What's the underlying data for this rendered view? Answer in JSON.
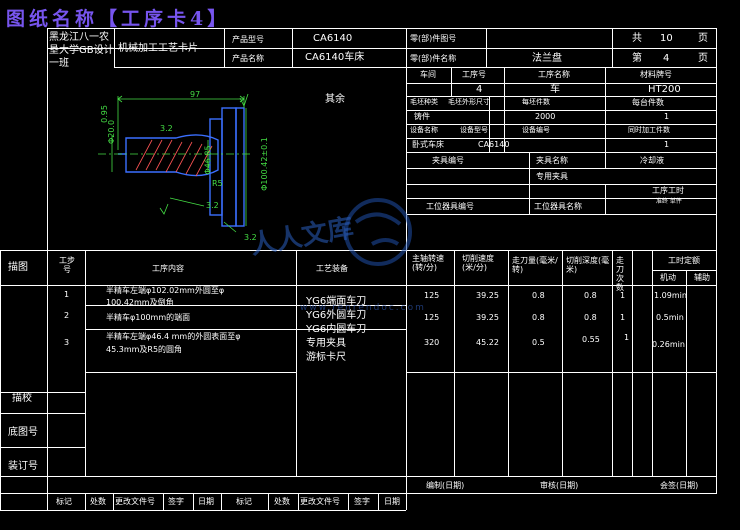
{
  "banner": "图纸名称【工序卡4】",
  "school": [
    "黑龙江八一农",
    "垦大学GB设计",
    "一班"
  ],
  "card_title": "机械加工工艺卡片",
  "labels": {
    "product_model": "产品型号",
    "product_name": "产品名称",
    "part_drawing_no": "零(部)件图号",
    "part_name": "零(部)件名称",
    "total": "共",
    "page": "页",
    "no": "第",
    "workshop": "车间",
    "op_no": "工序号",
    "op_name": "工序名称",
    "material_grade": "材料牌号",
    "blank_type": "毛坯种类",
    "blank_size": "毛坯外形尺寸",
    "blank_count": "每坯件数",
    "parts_per_unit": "每台件数",
    "equipment_name": "设备名称",
    "equipment_model": "设备型号",
    "equipment_no": "设备编号",
    "simul_parts": "同时加工件数",
    "fixture_no": "夹具编号",
    "fixture_name": "夹具名称",
    "coolant": "冷却液",
    "station_tool_no": "工位器具编号",
    "station_tool_name": "工位器具名称",
    "op_hours": "工序工时",
    "hours_sub": "准终  单件",
    "drawing": "描图",
    "tracing": "描校",
    "base_no": "底图号",
    "binding_no": "装订号",
    "step_no": "工步号",
    "step_content": "工序内容",
    "process_equipment": "工艺装备",
    "spindle_speed": "主轴转速(转/分)",
    "cutting_speed": "切削速度(米/分)",
    "feed": "走刀量(毫米/转)",
    "depth": "切削深度(毫米)",
    "passes": "走刀次数",
    "hours": "工时定额",
    "hours_maneuver": "机动",
    "hours_aux": "辅助",
    "mark": "标记",
    "place": "处数",
    "change_doc": "更改文件号",
    "sign": "签字",
    "date": "日期",
    "designed": "编制(日期)",
    "reviewed": "审核(日期)",
    "countersign": "会签(日期)",
    "other": "其余"
  },
  "values": {
    "product_model": "CA6140",
    "product_name": "CA6140车床",
    "part_name": "法兰盘",
    "total_pages": "10",
    "page_no": "4",
    "op_no": "4",
    "op_name": "车",
    "material": "HT200",
    "blank_type": "铸件",
    "blank_count": "2000",
    "parts_per_unit": "1",
    "equipment_name": "卧式车床",
    "equipment_model": "CA6140",
    "simul_parts": "1",
    "fixture_name": "专用夹具"
  },
  "steps": [
    {
      "no": "1",
      "content": [
        "半精车左端φ102.02mm外圆至φ",
        "100.42mm及倒角"
      ],
      "speed": "125",
      "cut": "39.25",
      "feed": "0.8",
      "depth": "0.8",
      "passes": "1",
      "time": "1.09min"
    },
    {
      "no": "2",
      "content": [
        "半精车φ100mm的端面"
      ],
      "speed": "125",
      "cut": "39.25",
      "feed": "0.8",
      "depth": "0.8",
      "passes": "1",
      "time": "0.5min"
    },
    {
      "no": "3",
      "content": [
        "半精车左端φ46.4 mm的外圆表面至φ",
        "45.3mm及R5的圆角"
      ],
      "speed": "320",
      "cut": "45.22",
      "feed": "0.5",
      "depth": "0.55",
      "passes": "1",
      "time": "0.26min"
    }
  ],
  "equipment_list": [
    "YG6端面车刀",
    "YG6外圆车刀",
    "YG6内圆车刀",
    "专用夹具",
    "游标卡尺"
  ],
  "dims": {
    "d1": "97",
    "d2": "Φ20.0",
    "d3": "Φ46.85",
    "d4": "Φ100.42±0.1",
    "r1": "3.2",
    "r2": "3.2",
    "r3": "3.2",
    "r4": "0.95",
    "r5": "R5"
  },
  "watermark": {
    "site": "人人文库",
    "url": "www.renrendoc.com"
  },
  "colors": {
    "line": "#ffffff",
    "drawing": "#3b6fff",
    "hatch": "#ff5555",
    "dim": "#44dd44",
    "banner": "#7755ee"
  }
}
